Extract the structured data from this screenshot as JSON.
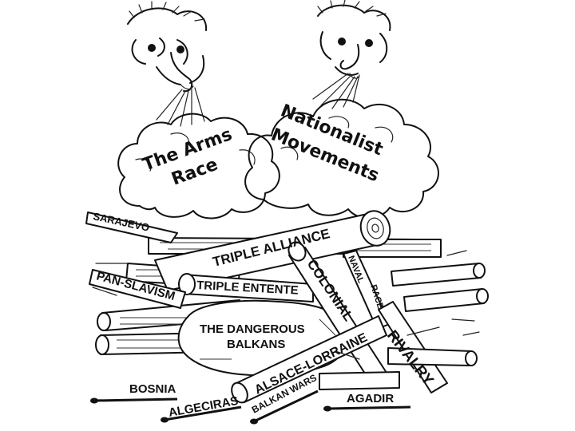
{
  "clouds": {
    "left": {
      "line1": "The Arms",
      "line2": "Race"
    },
    "right": {
      "line1": "Nationalist",
      "line2": "Movements"
    }
  },
  "labels": {
    "sarajevo": "SARAJEVO",
    "triple_alliance": "TRIPLE ALLIANCE",
    "naval_race_1": "NAVAL",
    "naval_race_2": "RACE",
    "pan_slavism": "PAN-SLAVISM",
    "triple_entente": "TRIPLE ENTENTE",
    "colonial": "COLONIAL",
    "dangerous_balkans_1": "THE DANGEROUS",
    "dangerous_balkans_2": "BALKANS",
    "rivalry": "RIVALRY",
    "alsace_lorraine": "ALSACE-LORRAINE",
    "bosnia": "BOSNIA",
    "algeciras": "ALGECIRAS",
    "balkan_wars": "BALKAN WARS",
    "agadir": "AGADIR"
  },
  "icons": [
    "wind-face-left-icon",
    "wind-face-right-icon",
    "cloud-icon",
    "log-icon",
    "match-icon"
  ]
}
